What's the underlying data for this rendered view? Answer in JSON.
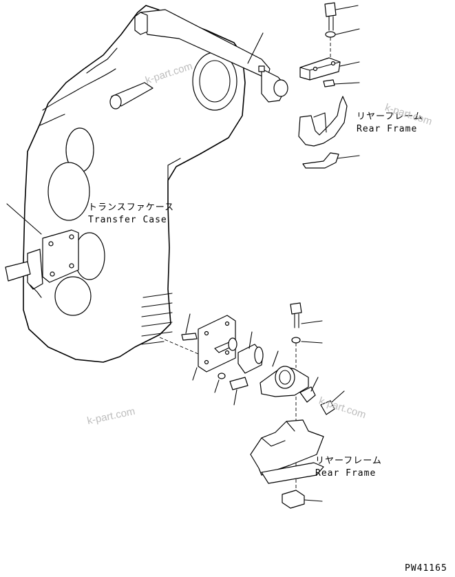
{
  "labels": {
    "transfer_case_jp": "トランスファケース",
    "transfer_case_en": "Transfer Case",
    "rear_frame_upper_jp": "リヤーフレーム",
    "rear_frame_upper_en": "Rear Frame",
    "rear_frame_lower_jp": "リヤーフレーム",
    "rear_frame_lower_en": "Rear Frame"
  },
  "watermarks": [
    "k-part.com",
    "k-part.com",
    "k-part.com",
    "k-part.com"
  ],
  "drawing_number": "PW41165"
}
